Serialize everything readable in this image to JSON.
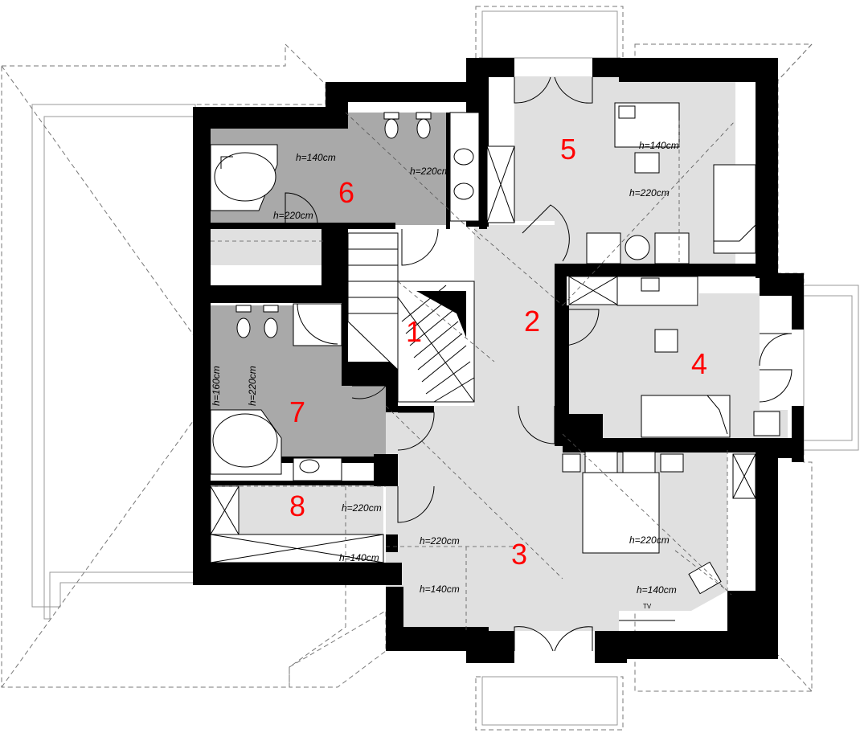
{
  "rooms": [
    {
      "id": "1",
      "label": "1"
    },
    {
      "id": "2",
      "label": "2"
    },
    {
      "id": "3",
      "label": "3"
    },
    {
      "id": "4",
      "label": "4"
    },
    {
      "id": "5",
      "label": "5"
    },
    {
      "id": "6",
      "label": "6"
    },
    {
      "id": "7",
      "label": "7"
    },
    {
      "id": "8",
      "label": "8"
    }
  ],
  "height_labels": [
    "h=140cm",
    "h=220cm",
    "h=220cm",
    "h=220cm",
    "h=140cm",
    "h=160cm",
    "h=220cm",
    "h=220cm",
    "h=140cm",
    "h=220cm",
    "h=140cm",
    "h=220cm",
    "h=140cm"
  ],
  "tv_label": "TV",
  "colors": {
    "room_light": "#e0e0e0",
    "bath_dark": "#a9a9a9",
    "room_number": "#ff0000",
    "wall": "#000000"
  }
}
